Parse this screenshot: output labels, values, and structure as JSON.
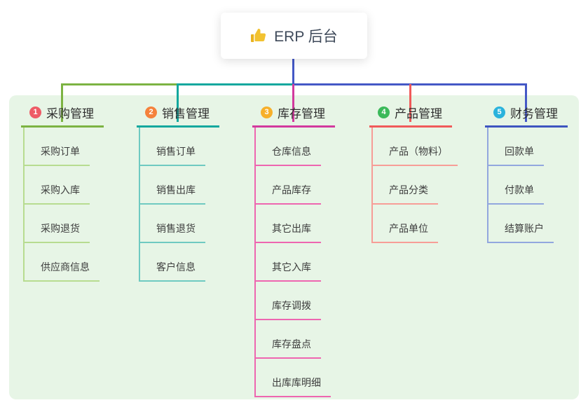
{
  "root": {
    "label": "ERP 后台",
    "icon": "thumbs-up-icon"
  },
  "colors": {
    "canvas": "#ffffff",
    "panel": "#e7f5e6",
    "trunk": "#4458c6",
    "branch_lines": [
      "#7cb342",
      "#13a89e",
      "#d23a9e",
      "#f05a5a",
      "#3e55c0"
    ],
    "badges": [
      "#ee5b66",
      "#f5823c",
      "#f7b02a",
      "#3bb95a",
      "#2ab3dc"
    ],
    "child_lines": [
      "#b7dc90",
      "#6fcac1",
      "#ee66b0",
      "#f79d97",
      "#92a7de"
    ],
    "thumb_icon": "#f2c230"
  },
  "branches": [
    {
      "badge": "1",
      "label": "采购管理",
      "children": [
        "采购订单",
        "采购入库",
        "采购退货",
        "供应商信息"
      ]
    },
    {
      "badge": "2",
      "label": "销售管理",
      "children": [
        "销售订单",
        "销售出库",
        "销售退货",
        "客户信息"
      ]
    },
    {
      "badge": "3",
      "label": "库存管理",
      "children": [
        "仓库信息",
        "产品库存",
        "其它出库",
        "其它入库",
        "库存调拨",
        "库存盘点",
        "出库库明细"
      ]
    },
    {
      "badge": "4",
      "label": "产品管理",
      "children": [
        "产品（物料）",
        "产品分类",
        "产品单位"
      ]
    },
    {
      "badge": "5",
      "label": "财务管理",
      "children": [
        "回款单",
        "付款单",
        "结算账户"
      ]
    }
  ]
}
